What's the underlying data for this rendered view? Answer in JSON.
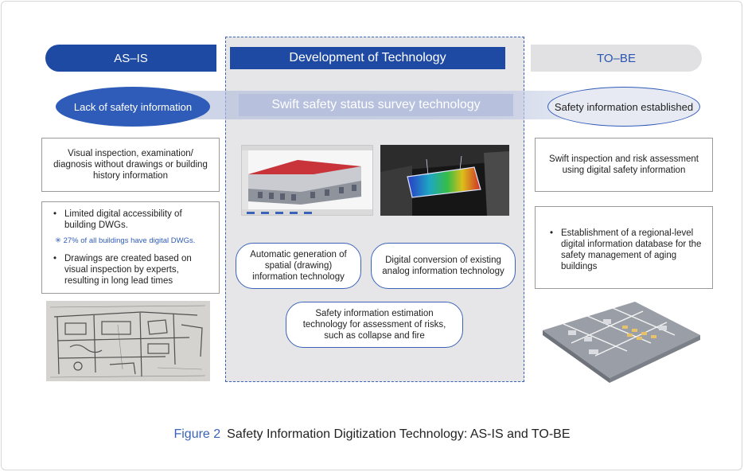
{
  "headers": {
    "as_is": "AS–IS",
    "development": "Development of Technology",
    "to_be": "TO–BE"
  },
  "band": {
    "center_label": "Swift safety status survey technology",
    "left_ellipse": "Lack of safety information",
    "right_ellipse": "Safety information established"
  },
  "as_is": {
    "box1": "Visual inspection, examination/ diagnosis without drawings or building history information",
    "bullet1": "Limited digital accessibility of building DWGs.",
    "note": "✳ 27% of all buildings have digital DWGs.",
    "bullet2": "Drawings are created based on visual inspection by experts, resulting in long lead times"
  },
  "development": {
    "tech1": "Automatic generation of spatial (drawing) information technology",
    "tech2": "Digital conversion of existing analog information technology",
    "tech3": "Safety information estimation technology for assessment of risks, such as collapse and fire"
  },
  "to_be": {
    "box1": "Swift inspection and risk assessment using digital safety information",
    "bullet1": "Establishment of a regional-level digital information database for the safety management of aging buildings"
  },
  "caption": {
    "figure_label": "Figure 2",
    "title": "Safety Information Digitization Technology: AS-IS and TO-BE"
  },
  "colors": {
    "primary_blue": "#1e4aa4",
    "panel_gray": "#e6e6e8",
    "band_blue": "#b7c1dd",
    "caption_blue": "#3a63b8"
  }
}
